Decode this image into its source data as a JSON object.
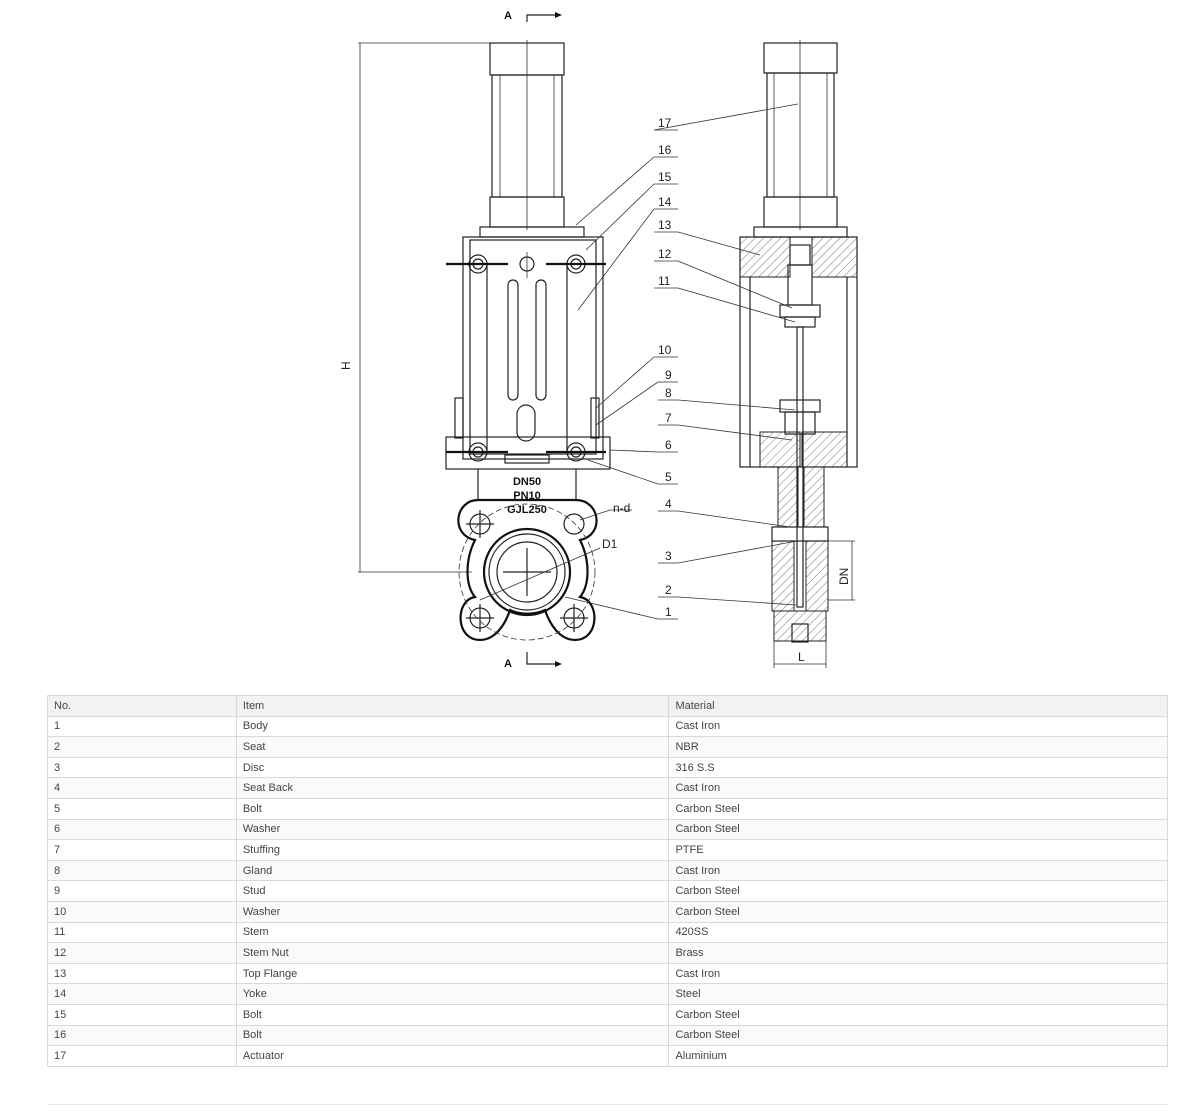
{
  "drawing": {
    "section_mark": "A",
    "body_markings": [
      "DN50",
      "PN10",
      "GJL250"
    ],
    "dimension_labels": {
      "height": "H",
      "bolt_holes": "n-d",
      "bolt_circle": "D1",
      "nominal": "DN",
      "length": "L"
    },
    "callouts": [
      "17",
      "16",
      "15",
      "14",
      "13",
      "12",
      "11",
      "10",
      "9",
      "8",
      "7",
      "6",
      "5",
      "4",
      "3",
      "2",
      "1"
    ]
  },
  "table": {
    "headers": [
      "No.",
      "Item",
      "Material"
    ],
    "rows": [
      [
        "1",
        "Body",
        "Cast Iron"
      ],
      [
        "2",
        "Seat",
        "NBR"
      ],
      [
        "3",
        "Disc",
        "316 S.S"
      ],
      [
        "4",
        "Seat Back",
        "Cast Iron"
      ],
      [
        "5",
        "Bolt",
        "Carbon Steel"
      ],
      [
        "6",
        "Washer",
        "Carbon Steel"
      ],
      [
        "7",
        "Stuffing",
        "PTFE"
      ],
      [
        "8",
        "Gland",
        "Cast Iron"
      ],
      [
        "9",
        "Stud",
        "Carbon Steel"
      ],
      [
        "10",
        "Washer",
        "Carbon Steel"
      ],
      [
        "11",
        "Stem",
        "420SS"
      ],
      [
        "12",
        "Stem Nut",
        "Brass"
      ],
      [
        "13",
        "Top Flange",
        "Cast Iron"
      ],
      [
        "14",
        "Yoke",
        "Steel"
      ],
      [
        "15",
        "Bolt",
        "Carbon Steel"
      ],
      [
        "16",
        "Bolt",
        "Carbon Steel"
      ],
      [
        "17",
        "Actuator",
        "Aluminium"
      ]
    ]
  }
}
